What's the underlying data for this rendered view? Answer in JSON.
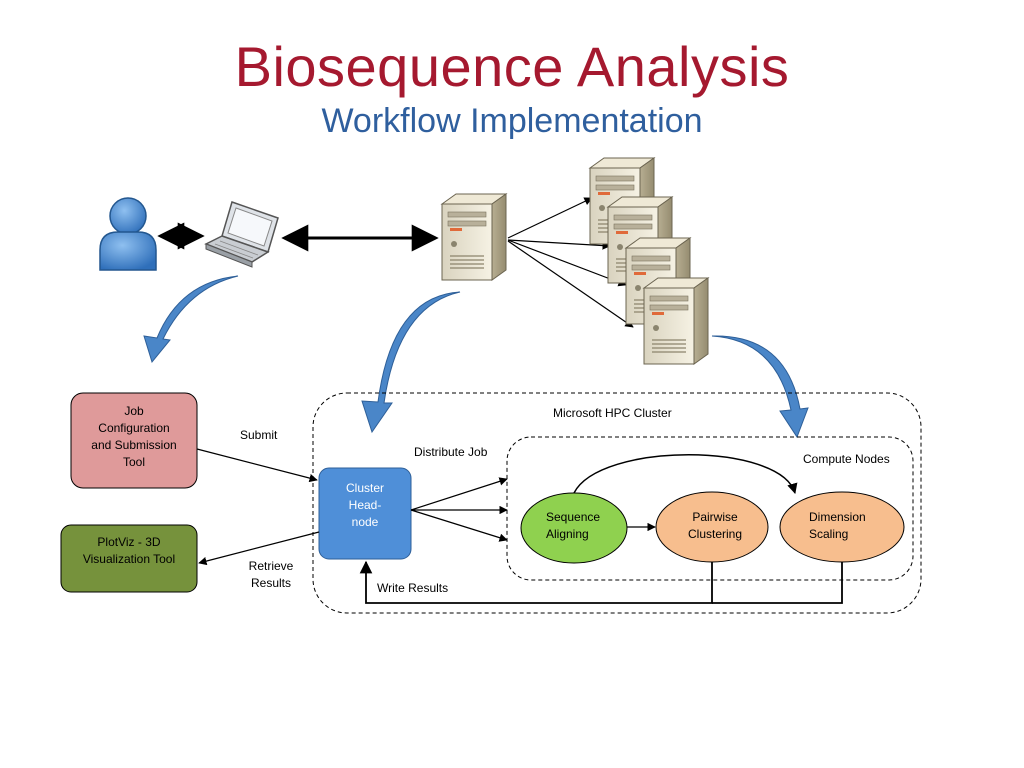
{
  "title": "Biosequence Analysis",
  "subtitle": "Workflow Implementation",
  "icons": [
    "user-icon",
    "laptop-icon",
    "server-icon"
  ],
  "colors": {
    "title": "#a5192f",
    "subtitle": "#2f5f9e",
    "job_box": "#df9a9a",
    "plotviz_box": "#76923c",
    "head_node": "#4f8fd8",
    "sequence_node": "#8fd14f",
    "compute_node": "#f7be8e",
    "big_arrow": "#4a86c8"
  },
  "nodes": {
    "job_tool": [
      "Job",
      "Configuration",
      "and Submission",
      "Tool"
    ],
    "plotviz": [
      "PlotViz - 3D",
      "Visualization Tool"
    ],
    "head_node": [
      "Cluster",
      "Head-",
      "node"
    ],
    "sequence": [
      "Sequence",
      "Aligning"
    ],
    "pairwise": [
      "Pairwise",
      "Clustering"
    ],
    "dimension": [
      "Dimension",
      "Scaling"
    ]
  },
  "labels": {
    "submit": "Submit",
    "retrieve": [
      "Retrieve",
      "Results"
    ],
    "distribute": "Distribute Job",
    "write": "Write Results",
    "hpc_cluster": "Microsoft HPC Cluster",
    "compute_nodes": "Compute Nodes"
  }
}
